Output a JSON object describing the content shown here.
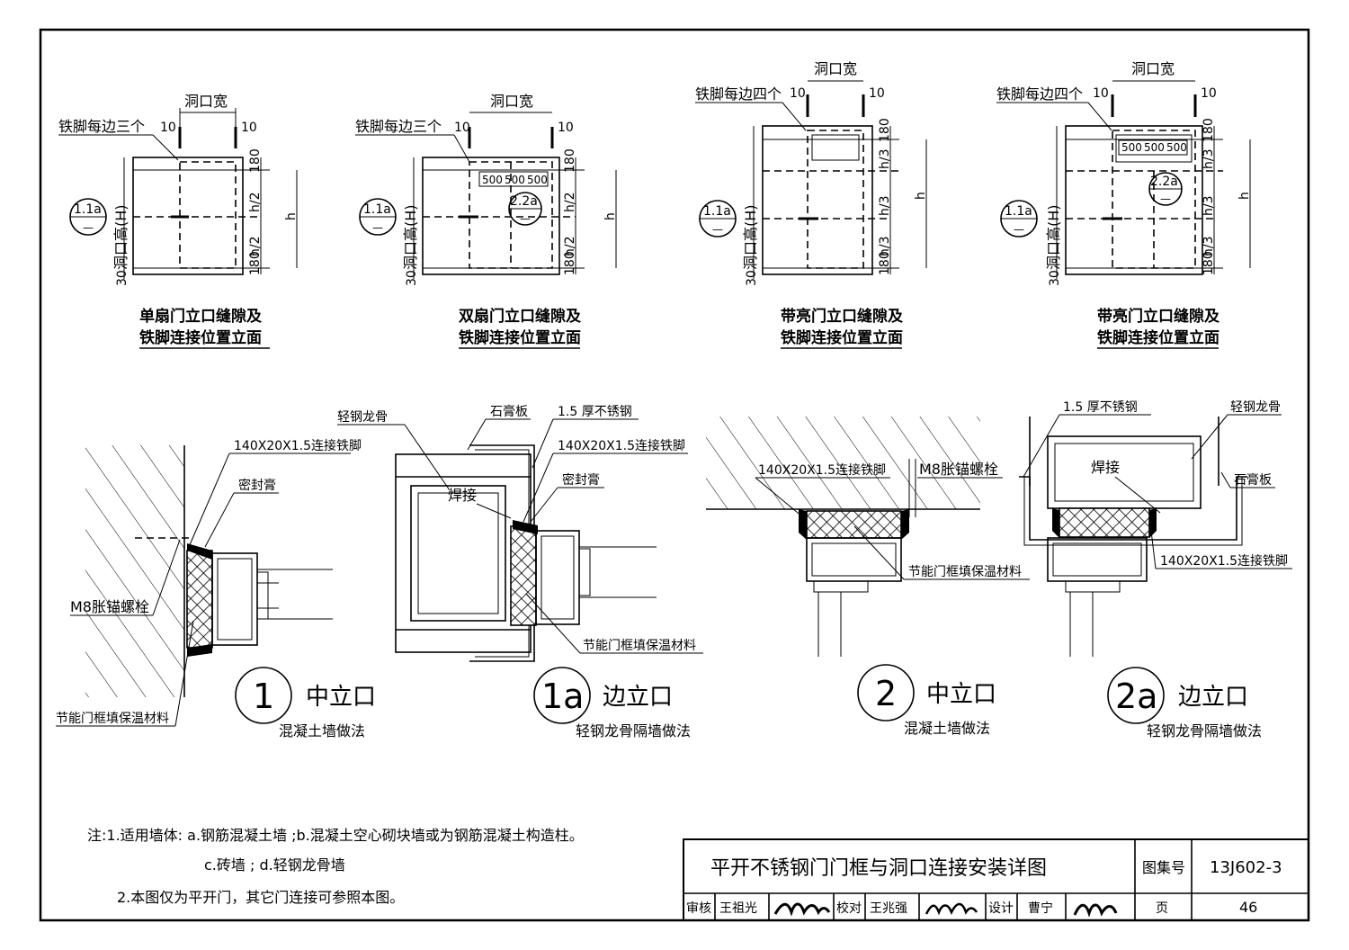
{
  "elevations": [
    {
      "title1": "单扇门立口缝隙及",
      "title2": "铁脚连接位置立面",
      "note": "铁脚每边三个",
      "width_label": "洞口宽",
      "ten": "10",
      "d180a": "180",
      "d180b": "180",
      "dh1": "h/2",
      "dh2": "h/2",
      "h": "h",
      "d30": "30",
      "height_label": "洞口高(H)",
      "ref": "1.1a",
      "ref_sub": "—"
    },
    {
      "title1": "双扇门立口缝隙及",
      "title2": "铁脚连接位置立面",
      "note": "铁脚每边三个",
      "width_label": "洞口宽",
      "ten": "10",
      "d180a": "180",
      "d180b": "180",
      "dh1": "h/2",
      "dh2": "h/2",
      "h": "h",
      "d30": "30",
      "height_label": "洞口高(H)",
      "ref": "1.1a",
      "ref_sub": "—",
      "ref2": "2.2a",
      "ref2_sub": "—",
      "s500": "500"
    },
    {
      "title1": "带亮门立口缝隙及",
      "title2": "铁脚连接位置立面",
      "note": "铁脚每边四个",
      "width_label": "洞口宽",
      "ten": "10",
      "d180a": "180",
      "d180b": "180",
      "dh1": "h/3",
      "dh2": "h/3",
      "dh3": "h/3",
      "h": "h",
      "d30": "30",
      "height_label": "洞口高(H)",
      "ref": "1.1a",
      "ref_sub": "—"
    },
    {
      "title1": "带亮门立口缝隙及",
      "title2": "铁脚连接位置立面",
      "note": "铁脚每边四个",
      "width_label": "洞口宽",
      "ten": "10",
      "d180a": "180",
      "d180b": "180",
      "dh1": "h/3",
      "dh2": "h/3",
      "dh3": "h/3",
      "h": "h",
      "d30": "30",
      "height_label": "洞口高(H)",
      "ref": "1.1a",
      "ref_sub": "—",
      "ref2": "2.2a",
      "ref2_sub": "—",
      "s500": "500"
    }
  ],
  "details": [
    {
      "num": "1",
      "title": "中立口",
      "sub": "混凝土墙做法"
    },
    {
      "num": "1a",
      "title": "边立口",
      "sub": "轻钢龙骨隔墙做法"
    },
    {
      "num": "2",
      "title": "中立口",
      "sub": "混凝土墙做法"
    },
    {
      "num": "2a",
      "title": "边立口",
      "sub": "轻钢龙骨隔墙做法"
    }
  ],
  "labels": {
    "bracket": "140X20X1.5连接铁脚",
    "sealant": "密封膏",
    "bolt": "M8胀锚螺栓",
    "insulation": "节能门框填保温材料",
    "light_steel": "轻钢龙骨",
    "gypsum": "石膏板",
    "ss": "1.5 厚不锈钢",
    "weld": "焊接"
  },
  "notes": {
    "line1": "注:1.适用墙体: a.钢筋混凝土墙 ;b.混凝土空心砌块墙或为钢筋混凝土构造柱。",
    "line2": "c.砖墙 ; d.轻钢龙骨墙",
    "line3": "2.本图仅为平开门，其它门连接可参照本图。"
  },
  "titleblock": {
    "title": "平开不锈钢门门框与洞口连接安装详图",
    "atlas_label": "图集号",
    "atlas": "13J602-3",
    "review": "审核",
    "reviewer": "王祖光",
    "check": "校对",
    "checker": "王兆强",
    "design": "设计",
    "designer": "曹宁",
    "page_label": "页",
    "page": "46"
  }
}
